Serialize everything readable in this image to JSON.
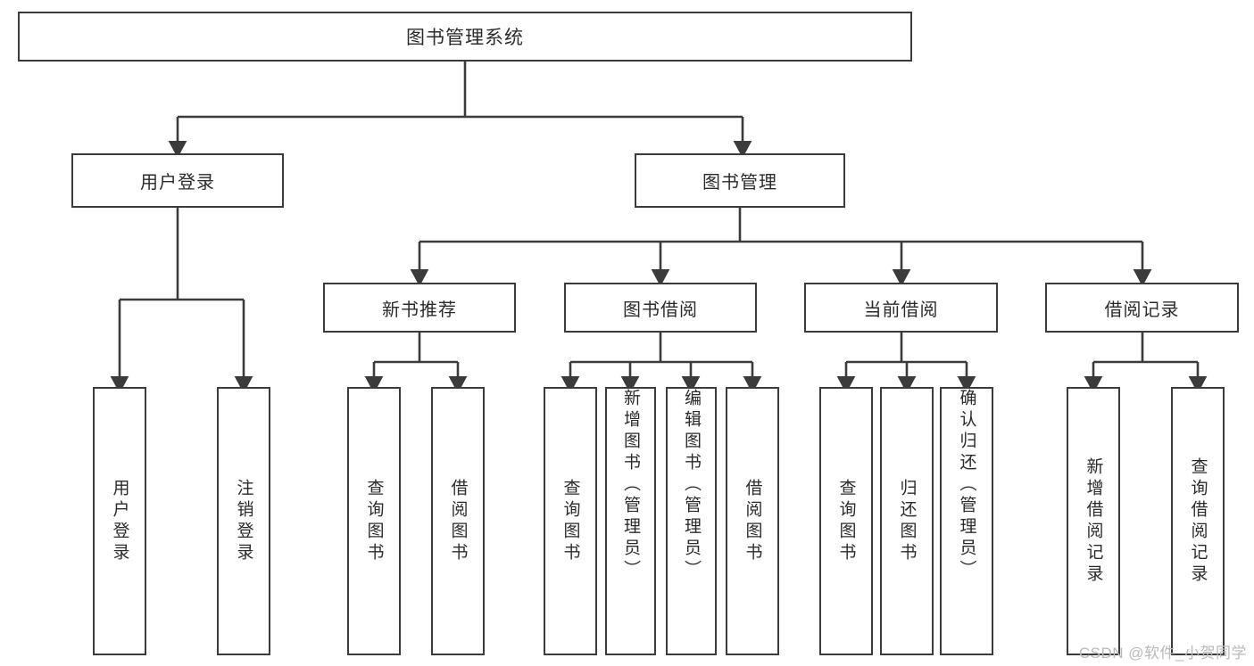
{
  "diagram": {
    "title": "图书管理系统",
    "type": "hierarchy-tree",
    "colors": {
      "stroke": "#3b3b3b",
      "text": "#2b2b2b",
      "background": "#ffffff",
      "watermark": "#b9b9b9"
    },
    "levels": {
      "root": {
        "label": "图书管理系统"
      },
      "level2": [
        {
          "label": "用户登录"
        },
        {
          "label": "图书管理"
        }
      ],
      "level3": [
        {
          "label": "新书推荐"
        },
        {
          "label": "图书借阅"
        },
        {
          "label": "当前借阅"
        },
        {
          "label": "借阅记录"
        }
      ],
      "leaves": [
        {
          "label": "用户登录",
          "parent": "用户登录"
        },
        {
          "label": "注销登录",
          "parent": "用户登录"
        },
        {
          "label": "查询图书",
          "parent": "新书推荐"
        },
        {
          "label": "借阅图书",
          "parent": "新书推荐"
        },
        {
          "label": "查询图书",
          "parent": "图书借阅"
        },
        {
          "label": "新增图书（管理员）",
          "parent": "图书借阅"
        },
        {
          "label": "编辑图书（管理员）",
          "parent": "图书借阅"
        },
        {
          "label": "借阅图书",
          "parent": "图书借阅"
        },
        {
          "label": "查询图书",
          "parent": "当前借阅"
        },
        {
          "label": "归还图书",
          "parent": "当前借阅"
        },
        {
          "label": "确认归还（管理员）",
          "parent": "当前借阅"
        },
        {
          "label": "新增借阅记录",
          "parent": "借阅记录"
        },
        {
          "label": "查询借阅记录",
          "parent": "借阅记录"
        }
      ]
    }
  },
  "watermark": {
    "text": "CSDN @软件_小贺同学"
  }
}
